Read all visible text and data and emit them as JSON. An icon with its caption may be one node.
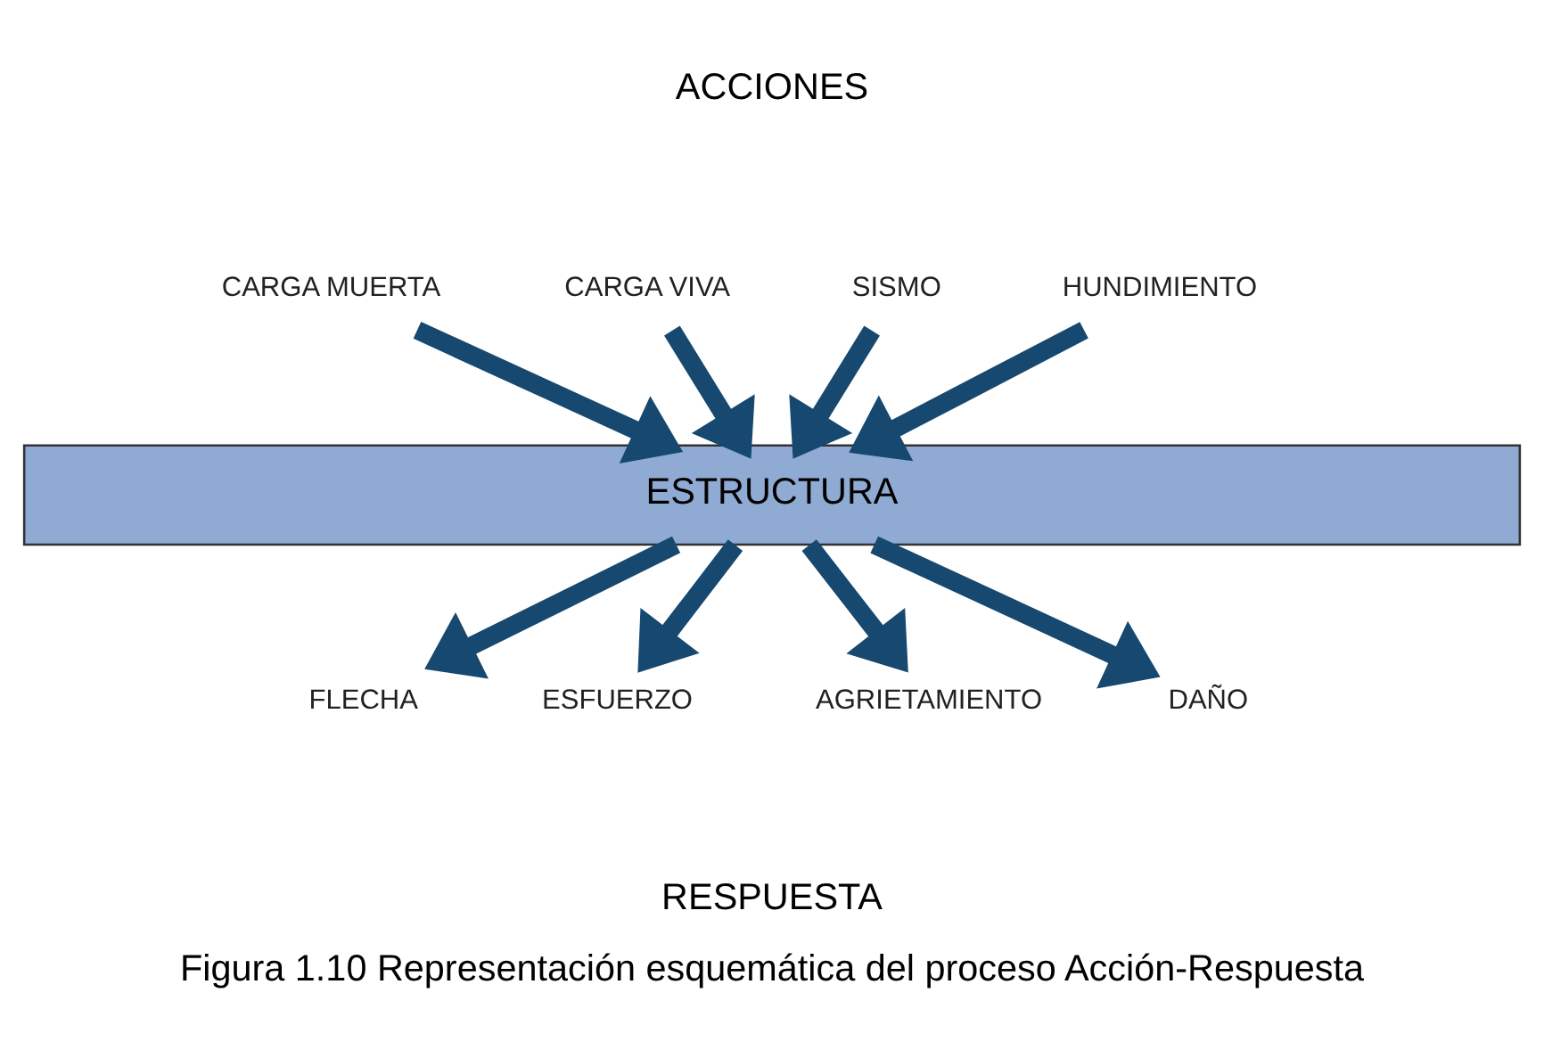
{
  "diagram": {
    "caption": "Figura 1.10 Representación esquemática del proceso Acción-Respuesta",
    "nodes": [
      {
        "text": [
          "CARGA MUERTA"
        ]
      },
      {
        "text": [
          "CARGA VIVA"
        ]
      },
      {
        "text": [
          "SISMO"
        ]
      },
      {
        "text": [
          "HUNDIMIENTO"
        ]
      },
      {
        "text": [
          "ESTRUCTURA"
        ]
      },
      {
        "text": [
          "FLECHA"
        ]
      },
      {
        "text": [
          "ESFUERZO"
        ]
      },
      {
        "text": [
          "AGRIETAMIENTO"
        ]
      },
      {
        "text": [
          "DAÑO"
        ]
      }
    ],
    "edges": [
      {
        "from": 0,
        "to": 4,
        "arrow": "to"
      },
      {
        "from": 1,
        "to": 4,
        "arrow": "to"
      },
      {
        "from": 2,
        "to": 4,
        "arrow": "to"
      },
      {
        "from": 3,
        "to": 4,
        "arrow": "to"
      },
      {
        "from": 4,
        "to": 5,
        "arrow": "to"
      },
      {
        "from": 4,
        "to": 6,
        "arrow": "to"
      },
      {
        "from": 4,
        "to": 7,
        "arrow": "to"
      },
      {
        "from": 4,
        "to": 8,
        "arrow": "to"
      }
    ],
    "labels": [
      "ACCIONES",
      "RESPUESTA"
    ]
  }
}
